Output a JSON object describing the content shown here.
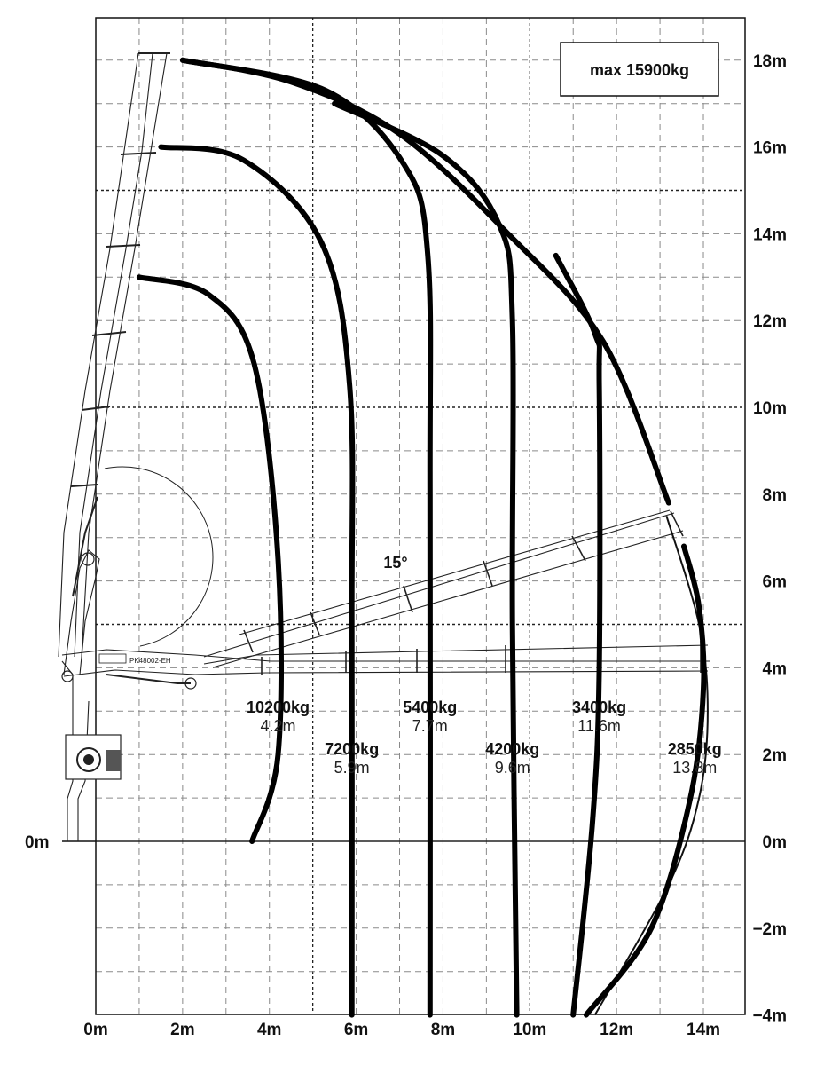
{
  "badge": {
    "text": "max 15900kg"
  },
  "angle_label": "15°",
  "boom_model_label": "PK48002-EH",
  "chart_data": {
    "type": "diagram",
    "x_axis": {
      "unit": "m",
      "range": [
        0,
        15
      ],
      "ticks": [
        0,
        2,
        4,
        6,
        8,
        10,
        12,
        14
      ],
      "tick_labels": [
        "0m",
        "2m",
        "4m",
        "6m",
        "8m",
        "10m",
        "12m",
        "14m"
      ]
    },
    "y_axis": {
      "unit": "m",
      "range": [
        -4,
        18
      ],
      "ticks": [
        18,
        16,
        14,
        12,
        10,
        8,
        6,
        4,
        2,
        0,
        -2,
        -4
      ],
      "tick_labels": [
        "18m",
        "16m",
        "14m",
        "12m",
        "10m",
        "8m",
        "6m",
        "4m",
        "2m",
        "0m",
        "−2m",
        "−4m"
      ],
      "left_label": "0m"
    },
    "grid": true,
    "load_curves": [
      {
        "load": "10200kg",
        "reach": "4.2m",
        "x": [
          1.0,
          2.6,
          3.65,
          4.2,
          4.2,
          3.6
        ],
        "y": [
          13.0,
          12.6,
          11.0,
          6.5,
          2.0,
          0.0
        ]
      },
      {
        "load": "7200kg",
        "reach": "5.9m",
        "x": [
          1.5,
          3.4,
          5.2,
          5.85,
          5.9,
          5.9
        ],
        "y": [
          16.0,
          15.7,
          13.8,
          10.5,
          5.0,
          -4.0
        ]
      },
      {
        "load": "5400kg",
        "reach": "7.7m",
        "x": [
          2.0,
          5.3,
          7.1,
          7.65,
          7.7,
          7.7
        ],
        "y": [
          18.0,
          17.3,
          15.6,
          13.5,
          8.0,
          -4.0
        ]
      },
      {
        "load": "4200kg",
        "reach": "9.6m",
        "x": [
          5.5,
          8.0,
          9.3,
          9.6,
          9.6,
          9.7
        ],
        "y": [
          17.0,
          15.8,
          14.2,
          12.0,
          5.0,
          -4.0
        ]
      },
      {
        "load": "3400kg",
        "reach": "11.6m",
        "x": [
          10.6,
          11.5,
          11.6,
          11.6,
          11.45,
          11.0
        ],
        "y": [
          13.5,
          11.7,
          10.5,
          4.0,
          0.5,
          -4.0
        ]
      },
      {
        "load": "2850kg",
        "reach": "13.8m",
        "x": [
          13.55,
          13.9,
          14.0,
          13.7,
          12.8,
          11.3
        ],
        "y": [
          6.8,
          5.4,
          3.5,
          1.0,
          -2.0,
          -4.0
        ]
      }
    ],
    "envelope": {
      "x": [
        2.0,
        4.5,
        7.0,
        9.5,
        11.7,
        13.2
      ],
      "y": [
        18.0,
        17.5,
        16.3,
        14.0,
        11.5,
        7.8
      ]
    },
    "hook_arc": {
      "x": [
        13.15,
        13.9,
        14.1,
        13.9,
        13.2,
        11.5
      ],
      "y": [
        7.5,
        5.0,
        3.0,
        1.0,
        -1.0,
        -4.0
      ]
    }
  }
}
